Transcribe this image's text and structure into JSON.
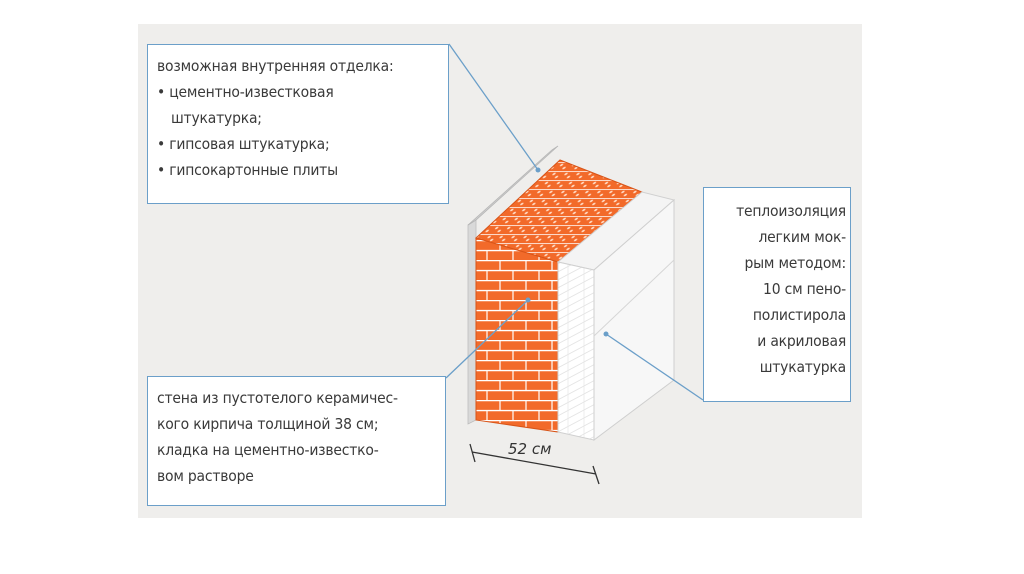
{
  "finish_callout": {
    "heading": "возможная внутренняя отделка:",
    "items": [
      "• цементно-известковая",
      "штукатурка;",
      "• гипсовая штукатурка;",
      "• гипсокартонные плиты"
    ]
  },
  "insulation_callout": {
    "lines": [
      "теплоизоляция",
      "легким мок-",
      "рым методом:",
      "10 см пено-",
      "полистирола",
      "и акриловая",
      "штукатурка"
    ]
  },
  "wall_callout": {
    "lines": [
      "стена из пустотелого керамичес-",
      "кого кирпича толщиной 38 см;",
      "кладка на цементно-известко-",
      "вом растворе"
    ]
  },
  "dimension": {
    "label": "52 см"
  },
  "colors": {
    "brick": "#f26a2a",
    "mortar": "#ffffff",
    "callout_border": "#6b9fc9",
    "panel_bg": "#efeeec"
  }
}
